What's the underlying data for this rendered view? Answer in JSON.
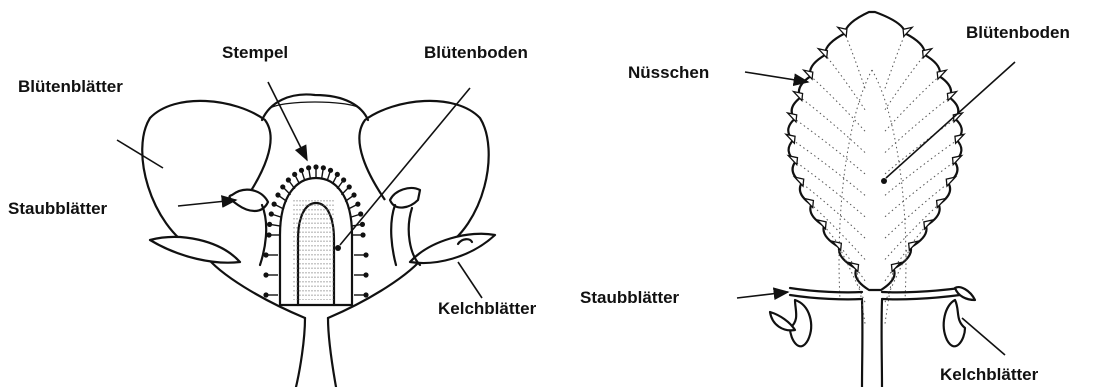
{
  "left_figure": {
    "labels": {
      "petals": "Blütenblätter",
      "pistil": "Stempel",
      "receptacle": "Blütenboden",
      "stamens": "Staubblätter",
      "sepals": "Kelchblätter"
    }
  },
  "right_figure": {
    "labels": {
      "achenes": "Nüsschen",
      "receptacle": "Blütenboden",
      "stamens": "Staubblätter",
      "sepals": "Kelchblätter"
    }
  },
  "colors": {
    "ink": "#111111",
    "background": "#ffffff"
  }
}
